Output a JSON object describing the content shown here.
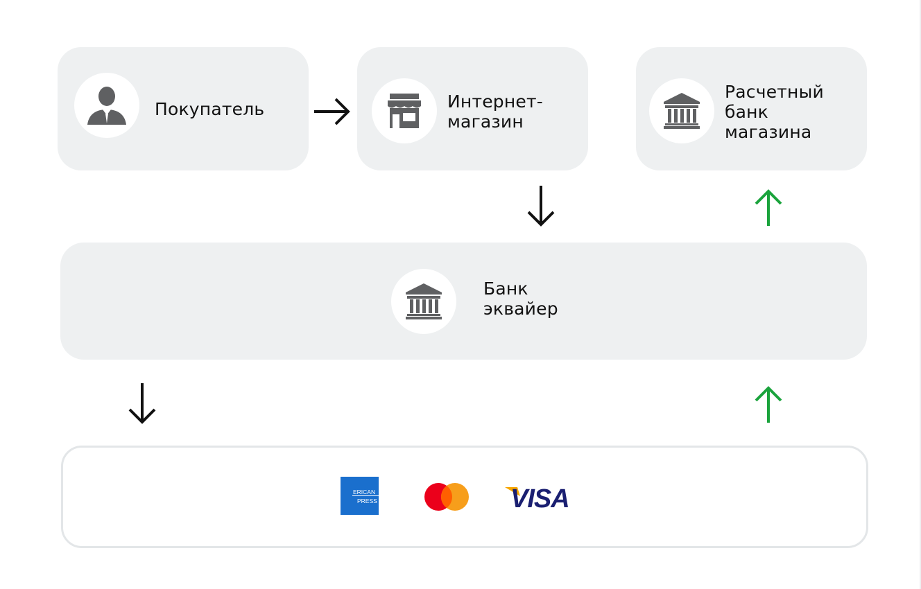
{
  "nodes": {
    "buyer": {
      "label": "Покупатель",
      "icon": "person-icon"
    },
    "shop": {
      "label": "Интернет-\nмагазин",
      "icon": "storefront-icon"
    },
    "settlement_bank": {
      "label": "Расчетный\nбанк\nмагазина",
      "icon": "bank-icon"
    },
    "acquirer": {
      "label": "Банк\nэквайер",
      "icon": "bank-icon"
    }
  },
  "payment_systems": {
    "amex": {
      "text_line1": "ERICAN",
      "text_line2": "PRESS",
      "color": "#1a6fcd"
    },
    "mastercard": {
      "red": "#eb001b",
      "orange": "#f79e1b"
    },
    "visa": {
      "text": "VISA",
      "color": "#1a1f71",
      "accent": "#f7a600"
    }
  },
  "colors": {
    "box_fill": "#eef0f1",
    "icon_gray": "#5f6062",
    "arrow_black": "#111111",
    "arrow_green": "#1aa33c"
  }
}
